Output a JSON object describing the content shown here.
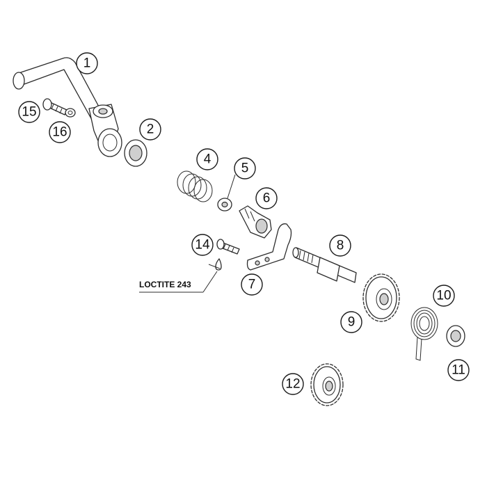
{
  "callouts": {
    "c1": "1",
    "c2": "2",
    "c4": "4",
    "c5": "5",
    "c6": "6",
    "c7": "7",
    "c8": "8",
    "c9": "9",
    "c10": "10",
    "c11": "11",
    "c12": "12",
    "c14": "14",
    "c15": "15",
    "c16": "16"
  },
  "notes": {
    "loctite": "LOCTITE 243"
  }
}
